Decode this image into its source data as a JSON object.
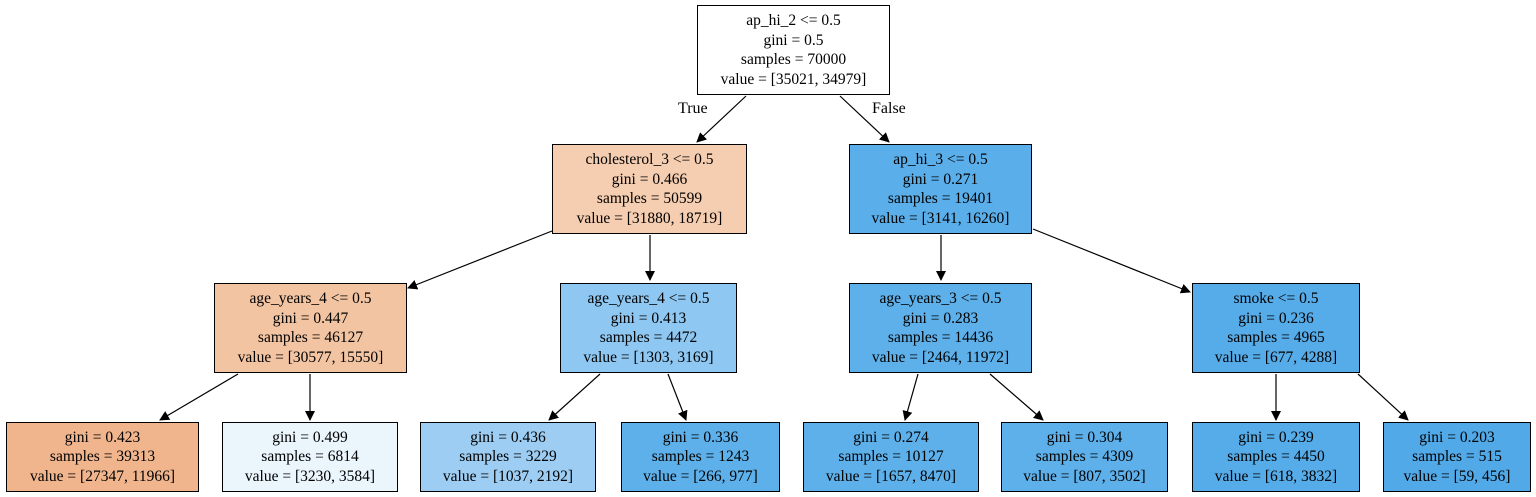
{
  "edge_labels": {
    "true": "True",
    "false": "False"
  },
  "colors": {
    "white": "#ffffff",
    "orange_light": "#f5cdb0",
    "orange_mid": "#f3c4a2",
    "orange": "#f1b58e",
    "blue_pale": "#ebf5fc",
    "blue_light": "#8ec7f1",
    "blue_lighter": "#9dcdf2",
    "blue": "#5aaee9",
    "blue_mid": "#5eb0ea",
    "blue_strong": "#56abe9",
    "blue_dark": "#52a9e8"
  },
  "nodes": {
    "root": {
      "split": "ap_hi_2 <= 0.5",
      "gini": "gini = 0.5",
      "samples": "samples = 70000",
      "value": "value = [35021, 34979]"
    },
    "n1": {
      "split": "cholesterol_3 <= 0.5",
      "gini": "gini = 0.466",
      "samples": "samples = 50599",
      "value": "value = [31880, 18719]"
    },
    "n2": {
      "split": "ap_hi_3 <= 0.5",
      "gini": "gini = 0.271",
      "samples": "samples = 19401",
      "value": "value = [3141, 16260]"
    },
    "n3": {
      "split": "age_years_4 <= 0.5",
      "gini": "gini = 0.447",
      "samples": "samples = 46127",
      "value": "value = [30577, 15550]"
    },
    "n4": {
      "split": "age_years_4 <= 0.5",
      "gini": "gini = 0.413",
      "samples": "samples = 4472",
      "value": "value = [1303, 3169]"
    },
    "n5": {
      "split": "age_years_3 <= 0.5",
      "gini": "gini = 0.283",
      "samples": "samples = 14436",
      "value": "value = [2464, 11972]"
    },
    "n6": {
      "split": "smoke <= 0.5",
      "gini": "gini = 0.236",
      "samples": "samples = 4965",
      "value": "value = [677, 4288]"
    },
    "l1": {
      "gini": "gini = 0.423",
      "samples": "samples = 39313",
      "value": "value = [27347, 11966]"
    },
    "l2": {
      "gini": "gini = 0.499",
      "samples": "samples = 6814",
      "value": "value = [3230, 3584]"
    },
    "l3": {
      "gini": "gini = 0.436",
      "samples": "samples = 3229",
      "value": "value = [1037, 2192]"
    },
    "l4": {
      "gini": "gini = 0.336",
      "samples": "samples = 1243",
      "value": "value = [266, 977]"
    },
    "l5": {
      "gini": "gini = 0.274",
      "samples": "samples = 10127",
      "value": "value = [1657, 8470]"
    },
    "l6": {
      "gini": "gini = 0.304",
      "samples": "samples = 4309",
      "value": "value = [807, 3502]"
    },
    "l7": {
      "gini": "gini = 0.239",
      "samples": "samples = 4450",
      "value": "value = [618, 3832]"
    },
    "l8": {
      "gini": "gini = 0.203",
      "samples": "samples = 515",
      "value": "value = [59, 456]"
    }
  }
}
